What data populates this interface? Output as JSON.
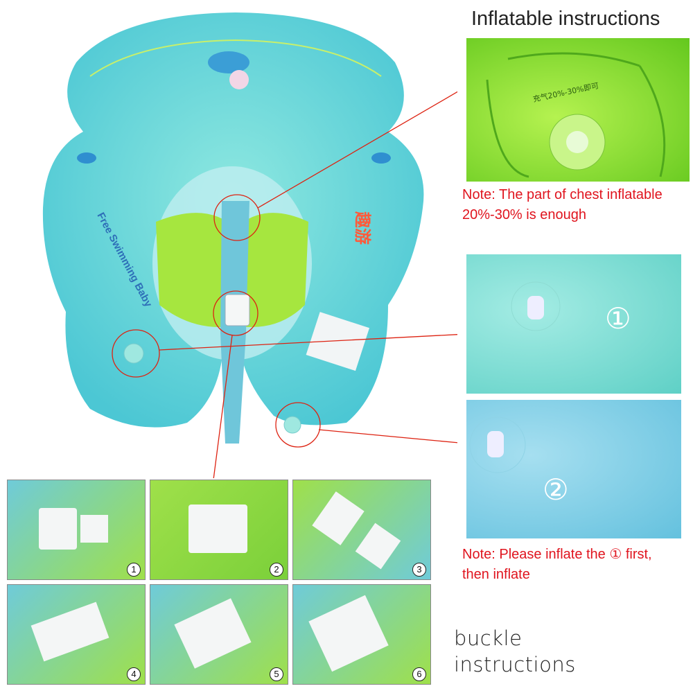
{
  "header": {
    "title": "Inflatable instructions"
  },
  "notes": {
    "chest_line1": "Note: The part of chest inflatable",
    "chest_line2": "20%-30% is enough",
    "order_line1": "Note: Please inflate the ① first,",
    "order_line2": "then inflate"
  },
  "product": {
    "brand": "趣游",
    "side_text": "Free Swimming Baby",
    "valve_print": "充气20%-30%即可"
  },
  "valve_labels": {
    "one": "①",
    "two": "②"
  },
  "buckle": {
    "title_line1": "buckle",
    "title_line2": "instructions",
    "steps": [
      "1",
      "2",
      "3",
      "4",
      "5",
      "6"
    ]
  },
  "colors": {
    "note": "#e0141e",
    "float": "#5fd3cf",
    "seat": "#9be23a",
    "buckle": "#f4f6f6"
  }
}
